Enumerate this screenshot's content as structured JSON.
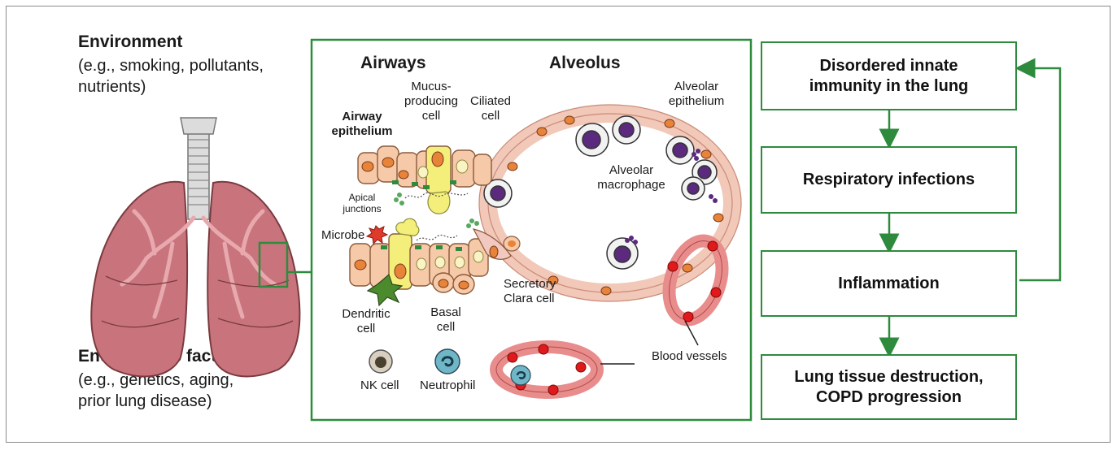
{
  "left": {
    "environment_title": "Environment",
    "environment_examples": [
      "(e.g., smoking, pollutants,",
      "nutrients)"
    ],
    "endogenous_title": "Endogenous factors",
    "endogenous_examples": [
      "(e.g., genetics, aging,",
      "prior lung disease)"
    ]
  },
  "middle": {
    "airways_title": "Airways",
    "alveolus_title": "Alveolus",
    "labels": {
      "airway_epithelium": [
        "Airway",
        "epithelium"
      ],
      "mucus_producing": [
        "Mucus-",
        "producing",
        "cell"
      ],
      "ciliated": [
        "Ciliated",
        "cell"
      ],
      "alveolar_epithelium": [
        "Alveolar",
        "epithelium"
      ],
      "alveolar_macrophage": [
        "Alveolar",
        "macrophage"
      ],
      "apical_junctions": [
        "Apical",
        "junctions"
      ],
      "microbe": "Microbe",
      "dendritic": [
        "Dendritic",
        "cell"
      ],
      "basal": [
        "Basal",
        "cell"
      ],
      "secretory": [
        "Secretory",
        "Clara cell"
      ],
      "nk_cell": "NK cell",
      "neutrophil": "Neutrophil",
      "blood_vessels": "Blood vessels"
    }
  },
  "flow": {
    "boxes": [
      [
        "Disordered innate",
        "immunity in the lung"
      ],
      [
        "Respiratory infections"
      ],
      [
        "Inflammation"
      ],
      [
        "Lung tissue destruction,",
        "COPD progression"
      ]
    ]
  },
  "colors": {
    "accent": "#2e8b3e",
    "lung": "#c9747c",
    "vessel": "#e88c8c",
    "cell_orange": "#e8843a",
    "macrophage": "#5b2a7e"
  }
}
